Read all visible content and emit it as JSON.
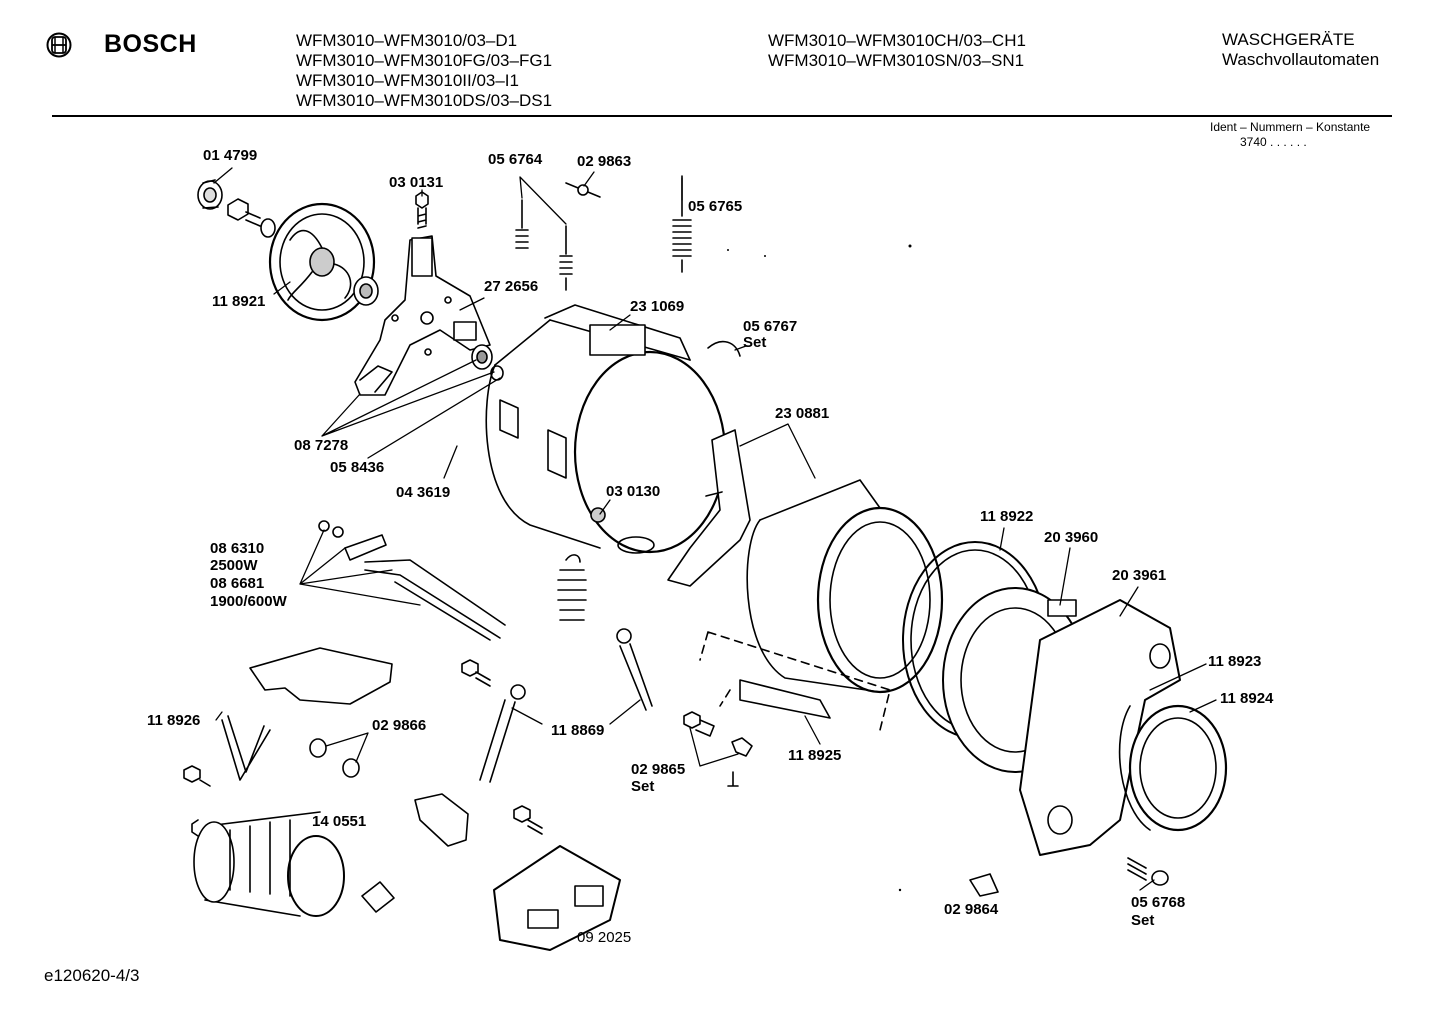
{
  "header": {
    "brand": "BOSCH",
    "models_col1": [
      "WFM3010–WFM3010/03–D1",
      "WFM3010–WFM3010FG/03–FG1",
      "WFM3010–WFM3010II/03–I1",
      "WFM3010–WFM3010DS/03–DS1"
    ],
    "models_col2": [
      "WFM3010–WFM3010CH/03–CH1",
      "WFM3010–WFM3010SN/03–SN1"
    ],
    "category_line1": "WASCHGERÄTE",
    "category_line2": "Waschvollautomaten",
    "ident_label": "Ident – Nummern – Konstante",
    "ident_value": "3740  .  .  .  .  .  ."
  },
  "parts": {
    "p014799": "01 4799",
    "p030131": "03 0131",
    "p056764": "05 6764",
    "p029863": "02 9863",
    "p056765": "05 6765",
    "p118921": "11 8921",
    "p272656": "27 2656",
    "p231069": "23 1069",
    "p056767": "05 6767",
    "p056767_set": "Set",
    "p230881": "23 0881",
    "p087278": "08 7278",
    "p058436": "05 8436",
    "p043619": "04 3619",
    "p030130": "03 0130",
    "p118922": "11 8922",
    "p203960": "20 3960",
    "p203961": "20 3961",
    "p086310": "08 6310",
    "p086310_w": "2500W",
    "p086681": "08 6681",
    "p086681_w": "1900/600W",
    "p118923": "11 8923",
    "p118924": "11 8924",
    "p118926": "11 8926",
    "p029866": "02 9866",
    "p118869": "11 8869",
    "p118925": "11 8925",
    "p029865": "02 9865",
    "p029865_set": "Set",
    "p140551": "14 0551",
    "p029864": "02 9864",
    "p056768": "05 6768",
    "p056768_set": "Set",
    "p092025": "09 2025"
  },
  "footer": {
    "doc_id": "e120620-4/3"
  }
}
